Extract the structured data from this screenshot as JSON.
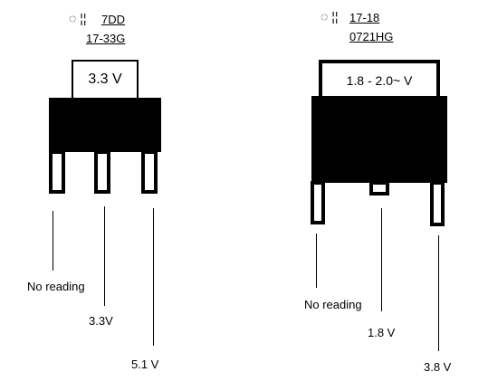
{
  "left_chip": {
    "marking_symbols": "◌ ¦¦",
    "marking_line1": "7DD",
    "marking_line2": "17-33G",
    "window_text": "3.3 V",
    "pin_readings": [
      "No reading",
      "3.3V",
      "5.1 V"
    ]
  },
  "right_chip": {
    "marking_symbols": "◌ ¦¦",
    "marking_line1": "17-18",
    "marking_line2": "0721HG",
    "window_text": "1.8 - 2.0~ V",
    "pin_readings": [
      "No reading",
      "1.8 V",
      "3.8 V"
    ]
  },
  "colors": {
    "body": "#000000",
    "background": "#ffffff"
  }
}
